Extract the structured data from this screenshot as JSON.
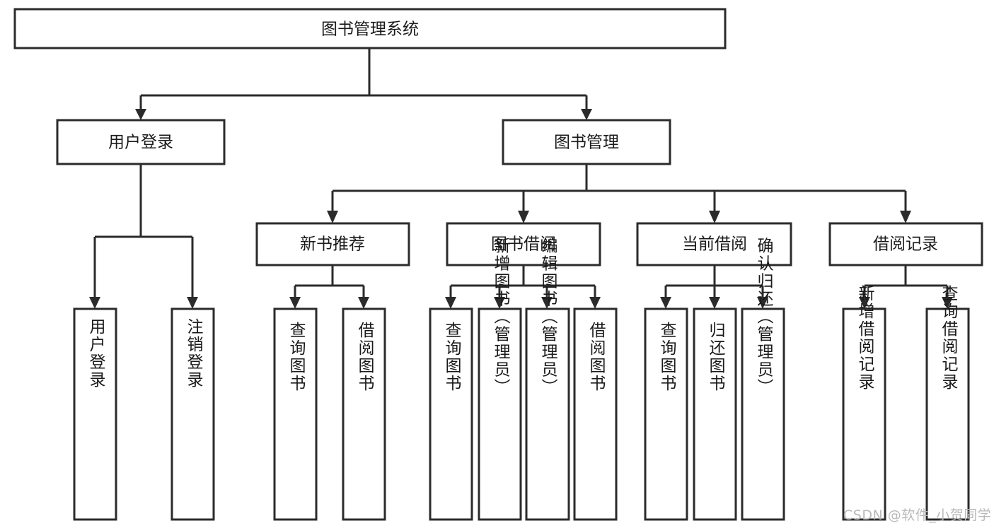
{
  "diagram": {
    "title": "图书管理系统",
    "type": "tree-hierarchy",
    "watermark": "CSDN @软件_小贺同学",
    "colors": {
      "background": "#ffffff",
      "stroke": "#2b2b2b",
      "text": "#1a1a1a",
      "watermark": "#b9b9b9"
    },
    "root": {
      "label": "图书管理系统"
    },
    "level2": [
      {
        "label": "用户登录"
      },
      {
        "label": "图书管理"
      }
    ],
    "level3": [
      {
        "label": "新书推荐"
      },
      {
        "label": "图书借阅"
      },
      {
        "label": "当前借阅"
      },
      {
        "label": "借阅记录"
      }
    ],
    "leaves": {
      "user_login": [
        {
          "label": "用户登录"
        },
        {
          "label": "注销登录"
        }
      ],
      "new_book_recommend": [
        {
          "label": "查询图书"
        },
        {
          "label": "借阅图书"
        }
      ],
      "book_borrow": [
        {
          "label": "查询图书"
        },
        {
          "label": "新增图书（管理员）"
        },
        {
          "label": "编辑图书（管理员）"
        },
        {
          "label": "借阅图书"
        }
      ],
      "current_borrow": [
        {
          "label": "查询图书"
        },
        {
          "label": "归还图书"
        },
        {
          "label": "确认归还（管理员）"
        }
      ],
      "borrow_record": [
        {
          "label": "新增借阅记录"
        },
        {
          "label": "查询借阅记录"
        }
      ]
    }
  }
}
